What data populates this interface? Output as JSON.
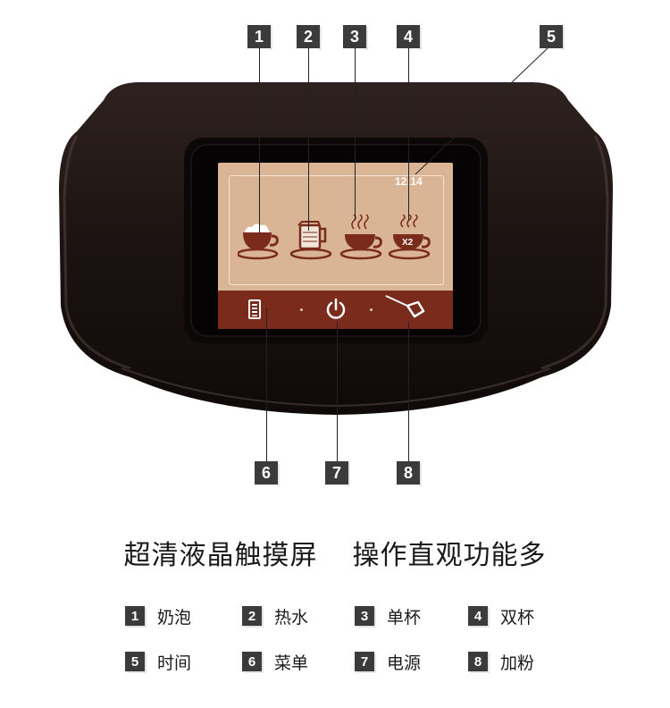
{
  "callouts": [
    {
      "num": "1"
    },
    {
      "num": "2"
    },
    {
      "num": "3"
    },
    {
      "num": "4"
    },
    {
      "num": "5"
    },
    {
      "num": "6"
    },
    {
      "num": "7"
    },
    {
      "num": "8"
    }
  ],
  "screen": {
    "clock": "12:14",
    "double_label": "X2",
    "icons": [
      "milk-foam-cup-icon",
      "hot-water-jug-icon",
      "single-cup-icon",
      "double-cup-icon"
    ],
    "nav_icons": [
      "menu-icon",
      "power-icon",
      "coffee-scoop-icon"
    ]
  },
  "headline": {
    "left": "超清液晶触摸屏",
    "right": "操作直观功能多"
  },
  "legend": [
    {
      "num": "1",
      "label": "奶泡"
    },
    {
      "num": "2",
      "label": "热水"
    },
    {
      "num": "3",
      "label": "单杯"
    },
    {
      "num": "4",
      "label": "双杯"
    },
    {
      "num": "5",
      "label": "时间"
    },
    {
      "num": "6",
      "label": "菜单"
    },
    {
      "num": "7",
      "label": "电源"
    },
    {
      "num": "8",
      "label": "加粉"
    }
  ],
  "colors": {
    "screen_bg": "#d9b495",
    "icon_brown": "#7a2b1b",
    "badge": "#3b3b3b",
    "device_body": "#1a1110"
  }
}
